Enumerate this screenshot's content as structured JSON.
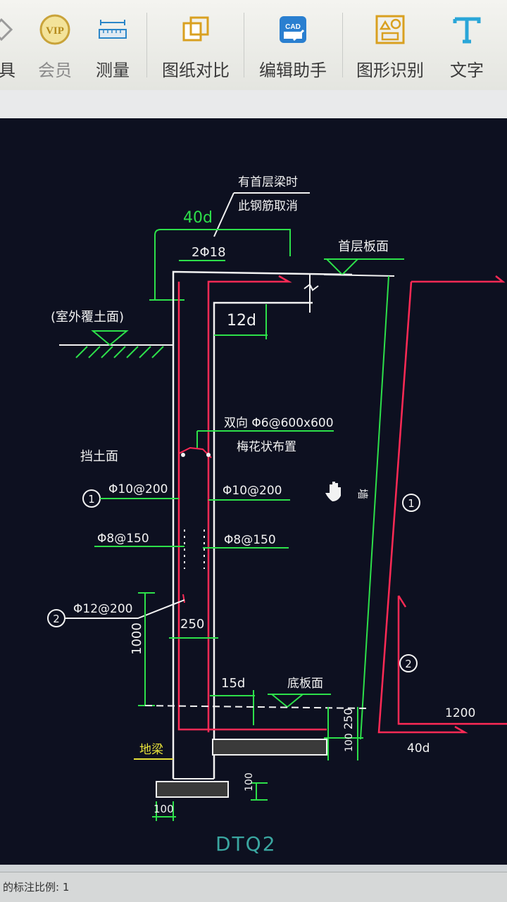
{
  "toolbar": {
    "items": [
      {
        "label": "具"
      },
      {
        "label": "会员",
        "vip": "VIP"
      },
      {
        "label": "测量"
      },
      {
        "label": "图纸对比"
      },
      {
        "label": "编辑助手",
        "badge": "CAD"
      },
      {
        "label": "图形识别"
      },
      {
        "label": "文字"
      }
    ]
  },
  "drawing": {
    "note_top_1": "有首层梁时",
    "note_top_2": "此钢筋取消",
    "dim_40d_top": "40d",
    "bar_2phi18": "2Φ18",
    "floor_label": "首层板面",
    "dim_12d": "12d",
    "outdoor_label": "(室外覆土面)",
    "tie_note_1": "双向 Φ6@600x600",
    "tie_note_2": "梅花状布置",
    "soil_face": "挡土面",
    "marker_1": "1",
    "marker_2": "2",
    "bar_left_outer": "Φ10@200",
    "bar_left_inner": "Φ10@200",
    "dist_left": "Φ8@150",
    "dist_right": "Φ8@150",
    "bar_phi12": "Φ12@200",
    "dim_1000": "1000",
    "dim_250_wall": "250",
    "dim_15d": "15d",
    "bottom_slab_label": "底板面",
    "dim_250_slab": "250",
    "dim_100_right": "100",
    "ground_beam": "地梁",
    "dim_100_pad": "100",
    "dim_100_bottom": "100",
    "dim_1200": "1200",
    "dim_40d_right": "40d",
    "section_title": "DTQ2",
    "side_text": "墙",
    "hand_icon": "hand-cursor-icon"
  },
  "status": {
    "text": "的标注比例: 1"
  },
  "colors": {
    "canvas_bg": "#0d1020",
    "rebar_red": "#ff2a55",
    "dim_green": "#2de04a",
    "line_white": "#f2f2f2",
    "label_yellow": "#e8e23a",
    "title_teal": "#3aa6a0"
  }
}
